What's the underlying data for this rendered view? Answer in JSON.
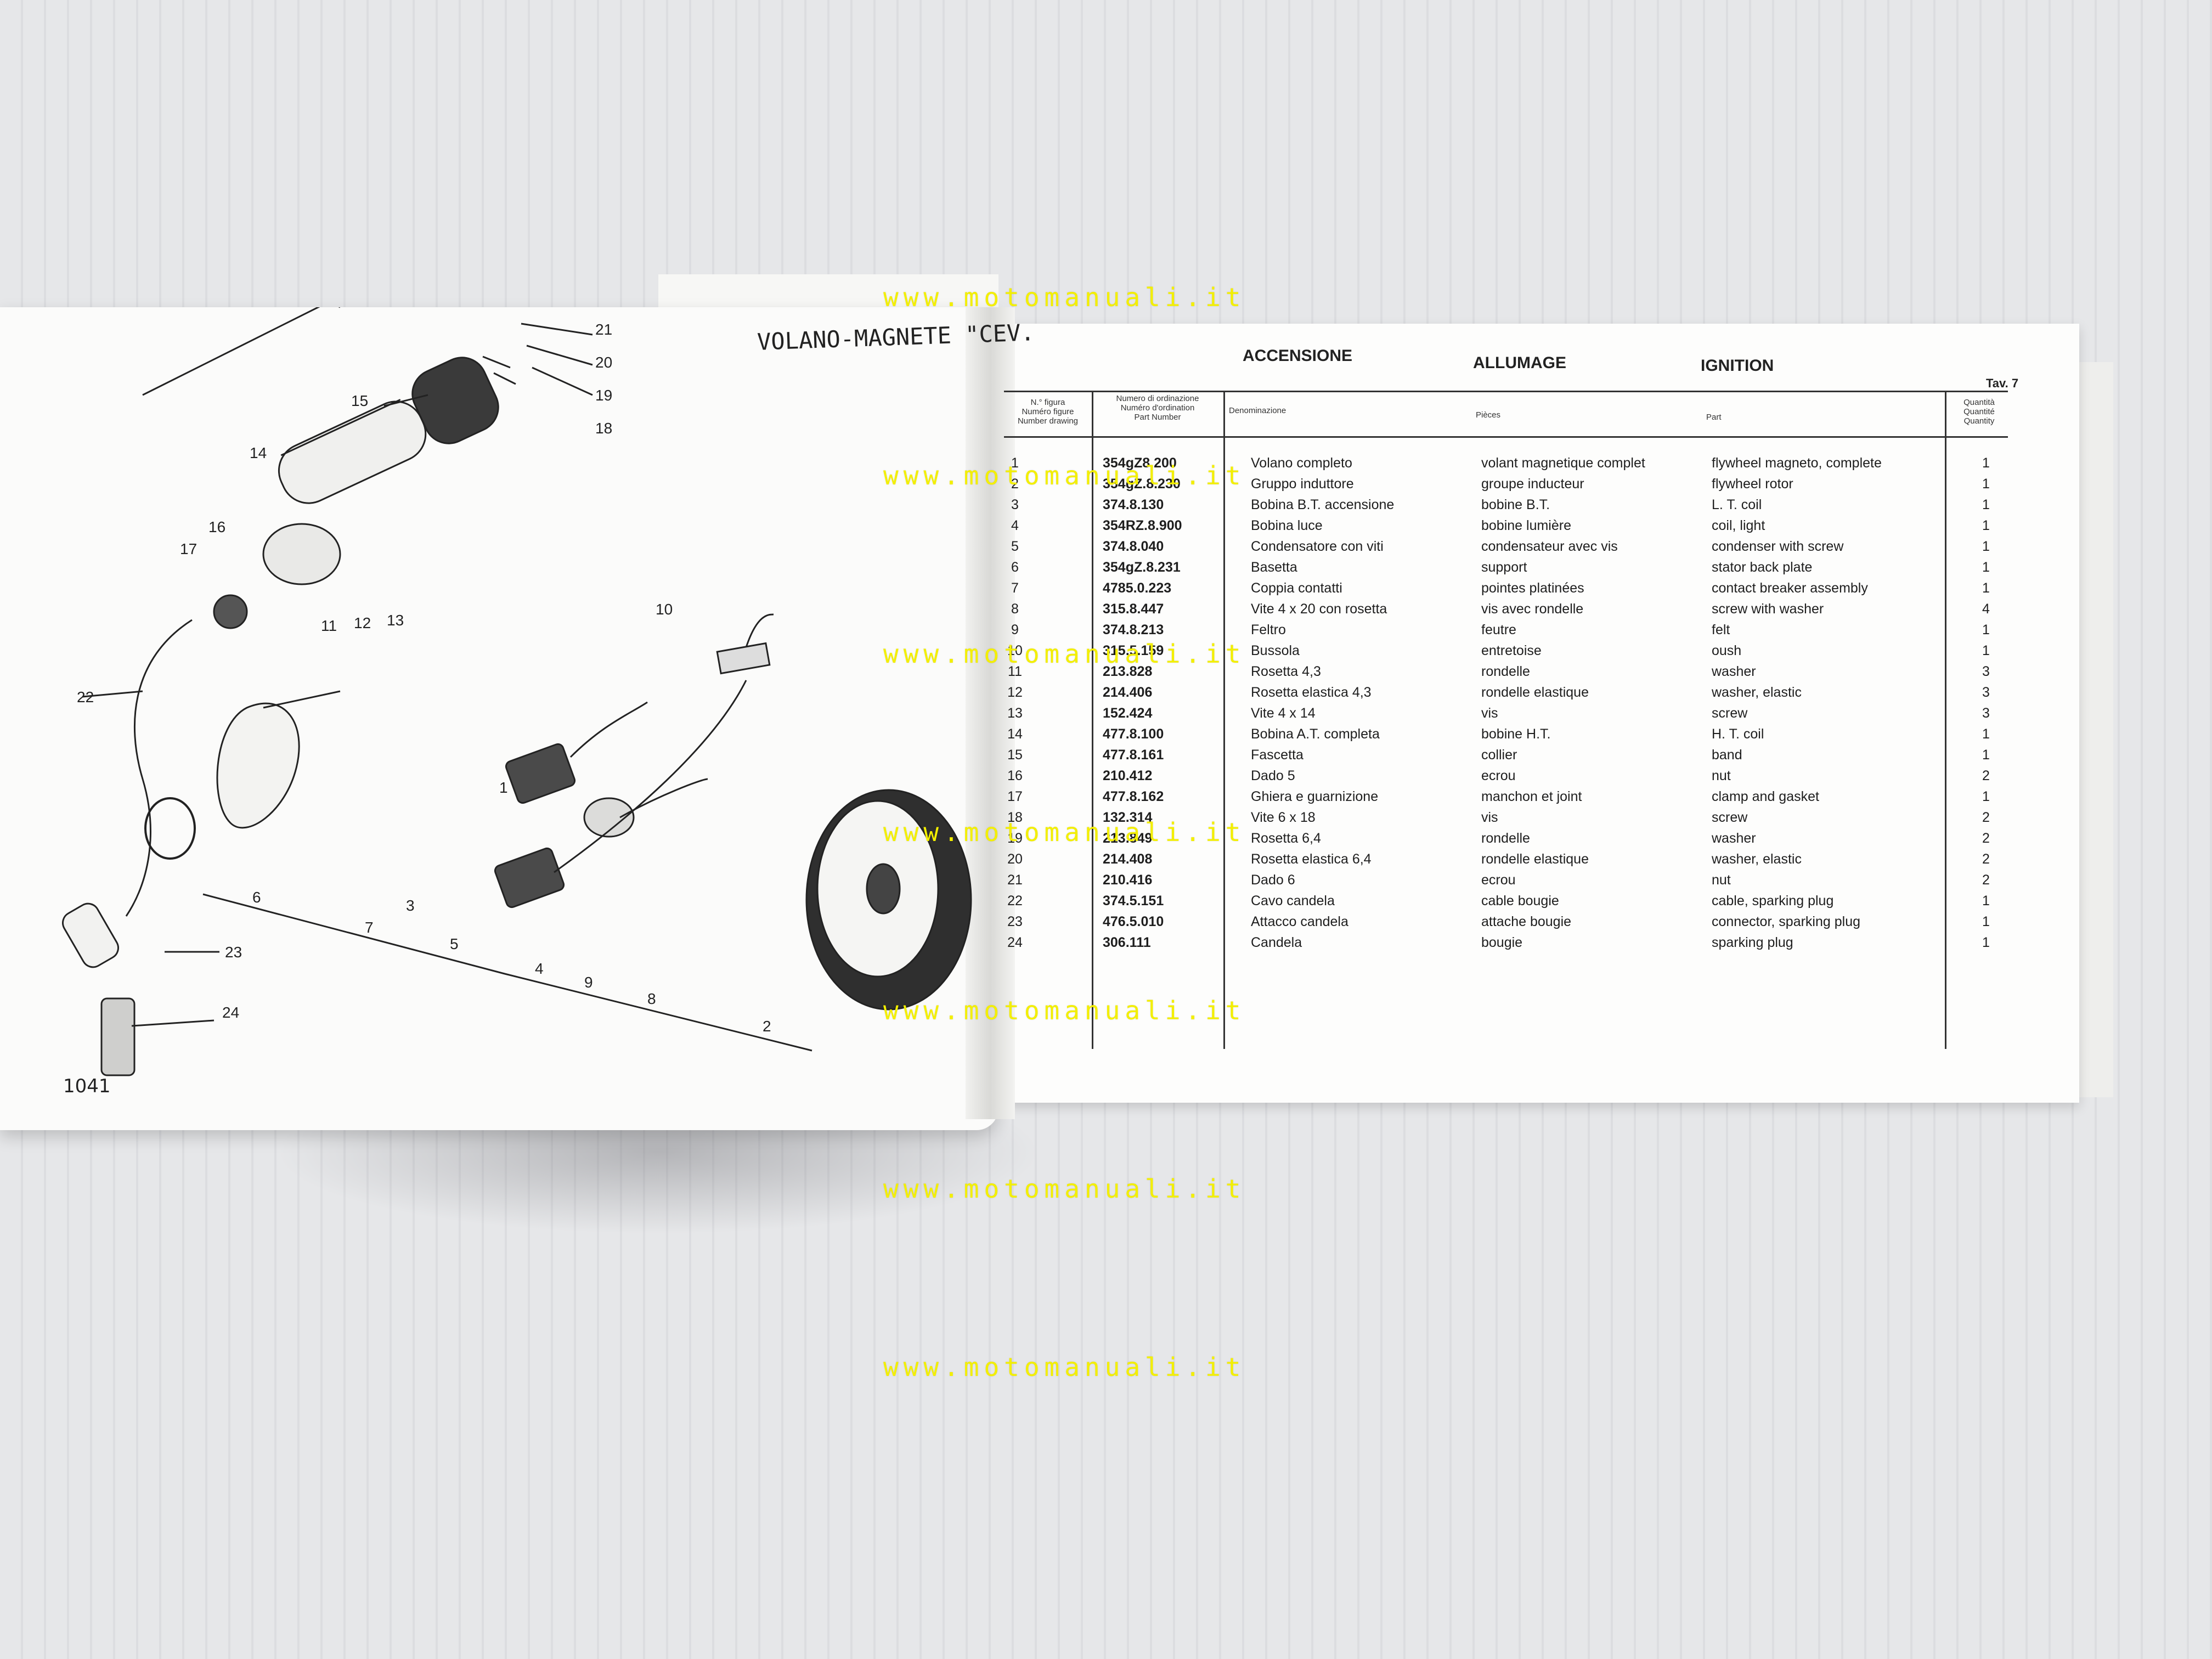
{
  "watermark": "www.motomanuali.it",
  "left_page": {
    "title": "VOLANO-MAGNETE \"CEV.",
    "page_number": "1041",
    "callouts": [
      "1",
      "2",
      "3",
      "4",
      "5",
      "6",
      "7",
      "8",
      "9",
      "10",
      "11",
      "12",
      "13",
      "14",
      "15",
      "16",
      "17",
      "18",
      "19",
      "20",
      "21",
      "22",
      "23",
      "24"
    ]
  },
  "right_page": {
    "heading_it": "ACCENSIONE",
    "heading_fr": "ALLUMAGE",
    "heading_en": "IGNITION",
    "table_no": "Tav. 7",
    "columns": {
      "figure": "N.° figura\nNuméro figure\nNumber drawing",
      "part_no": "Numero di ordinazione\nNuméro d'ordination\nPart Number",
      "denominazione": "Denominazione",
      "pieces": "Pièces",
      "part": "Part",
      "qty": "Quantità\nQuantité\nQuantity"
    },
    "rows": [
      {
        "n": "1",
        "p": "354gZ8.200",
        "it": "Volano completo",
        "fr": "volant magnetique complet",
        "en": "flywheel magneto, complete",
        "q": "1"
      },
      {
        "n": "2",
        "p": "354gZ.8.230",
        "it": "Gruppo induttore",
        "fr": "groupe inducteur",
        "en": "flywheel rotor",
        "q": "1"
      },
      {
        "n": "3",
        "p": "374.8.130",
        "it": "Bobina B.T. accensione",
        "fr": "bobine B.T.",
        "en": "L. T. coil",
        "q": "1"
      },
      {
        "n": "4",
        "p": "354RZ.8.900",
        "it": "Bobina luce",
        "fr": "bobine lumière",
        "en": "coil, light",
        "q": "1"
      },
      {
        "n": "5",
        "p": "374.8.040",
        "it": "Condensatore con viti",
        "fr": "condensateur avec vis",
        "en": "condenser with screw",
        "q": "1"
      },
      {
        "n": "6",
        "p": "354gZ.8.231",
        "it": "Basetta",
        "fr": "support",
        "en": "stator back plate",
        "q": "1"
      },
      {
        "n": "7",
        "p": "4785.0.223",
        "it": "Coppia contatti",
        "fr": "pointes platinées",
        "en": "contact breaker assembly",
        "q": "1"
      },
      {
        "n": "8",
        "p": "315.8.447",
        "it": "Vite 4 x 20 con rosetta",
        "fr": "vis avec rondelle",
        "en": "screw with washer",
        "q": "4"
      },
      {
        "n": "9",
        "p": "374.8.213",
        "it": "Feltro",
        "fr": "feutre",
        "en": "felt",
        "q": "1"
      },
      {
        "n": "10",
        "p": "315.5.159",
        "it": "Bussola",
        "fr": "entretoise",
        "en": "oush",
        "q": "1"
      },
      {
        "n": "11",
        "p": "213.828",
        "it": "Rosetta 4,3",
        "fr": "rondelle",
        "en": "washer",
        "q": "3"
      },
      {
        "n": "12",
        "p": "214.406",
        "it": "Rosetta elastica 4,3",
        "fr": "rondelle elastique",
        "en": "washer, elastic",
        "q": "3"
      },
      {
        "n": "13",
        "p": "152.424",
        "it": "Vite 4 x 14",
        "fr": "vis",
        "en": "screw",
        "q": "3"
      },
      {
        "n": "14",
        "p": "477.8.100",
        "it": "Bobina A.T. completa",
        "fr": "bobine H.T.",
        "en": "H. T. coil",
        "q": "1"
      },
      {
        "n": "15",
        "p": "477.8.161",
        "it": "Fascetta",
        "fr": "collier",
        "en": "band",
        "q": "1"
      },
      {
        "n": "16",
        "p": "210.412",
        "it": "Dado 5",
        "fr": "ecrou",
        "en": "nut",
        "q": "2"
      },
      {
        "n": "17",
        "p": "477.8.162",
        "it": "Ghiera e guarnizione",
        "fr": "manchon et joint",
        "en": "clamp and gasket",
        "q": "1"
      },
      {
        "n": "18",
        "p": "132.314",
        "it": "Vite 6 x 18",
        "fr": "vis",
        "en": "screw",
        "q": "2"
      },
      {
        "n": "19",
        "p": "213.849",
        "it": "Rosetta 6,4",
        "fr": "rondelle",
        "en": "washer",
        "q": "2"
      },
      {
        "n": "20",
        "p": "214.408",
        "it": "Rosetta elastica 6,4",
        "fr": "rondelle elastique",
        "en": "washer, elastic",
        "q": "2"
      },
      {
        "n": "21",
        "p": "210.416",
        "it": "Dado 6",
        "fr": "ecrou",
        "en": "nut",
        "q": "2"
      },
      {
        "n": "22",
        "p": "374.5.151",
        "it": "Cavo candela",
        "fr": "cable bougie",
        "en": "cable, sparking plug",
        "q": "1"
      },
      {
        "n": "23",
        "p": "476.5.010",
        "it": "Attacco candela",
        "fr": "attache bougie",
        "en": "connector, sparking plug",
        "q": "1"
      },
      {
        "n": "24",
        "p": "306.111",
        "it": "Candela",
        "fr": "bougie",
        "en": "sparking plug",
        "q": "1"
      }
    ]
  }
}
